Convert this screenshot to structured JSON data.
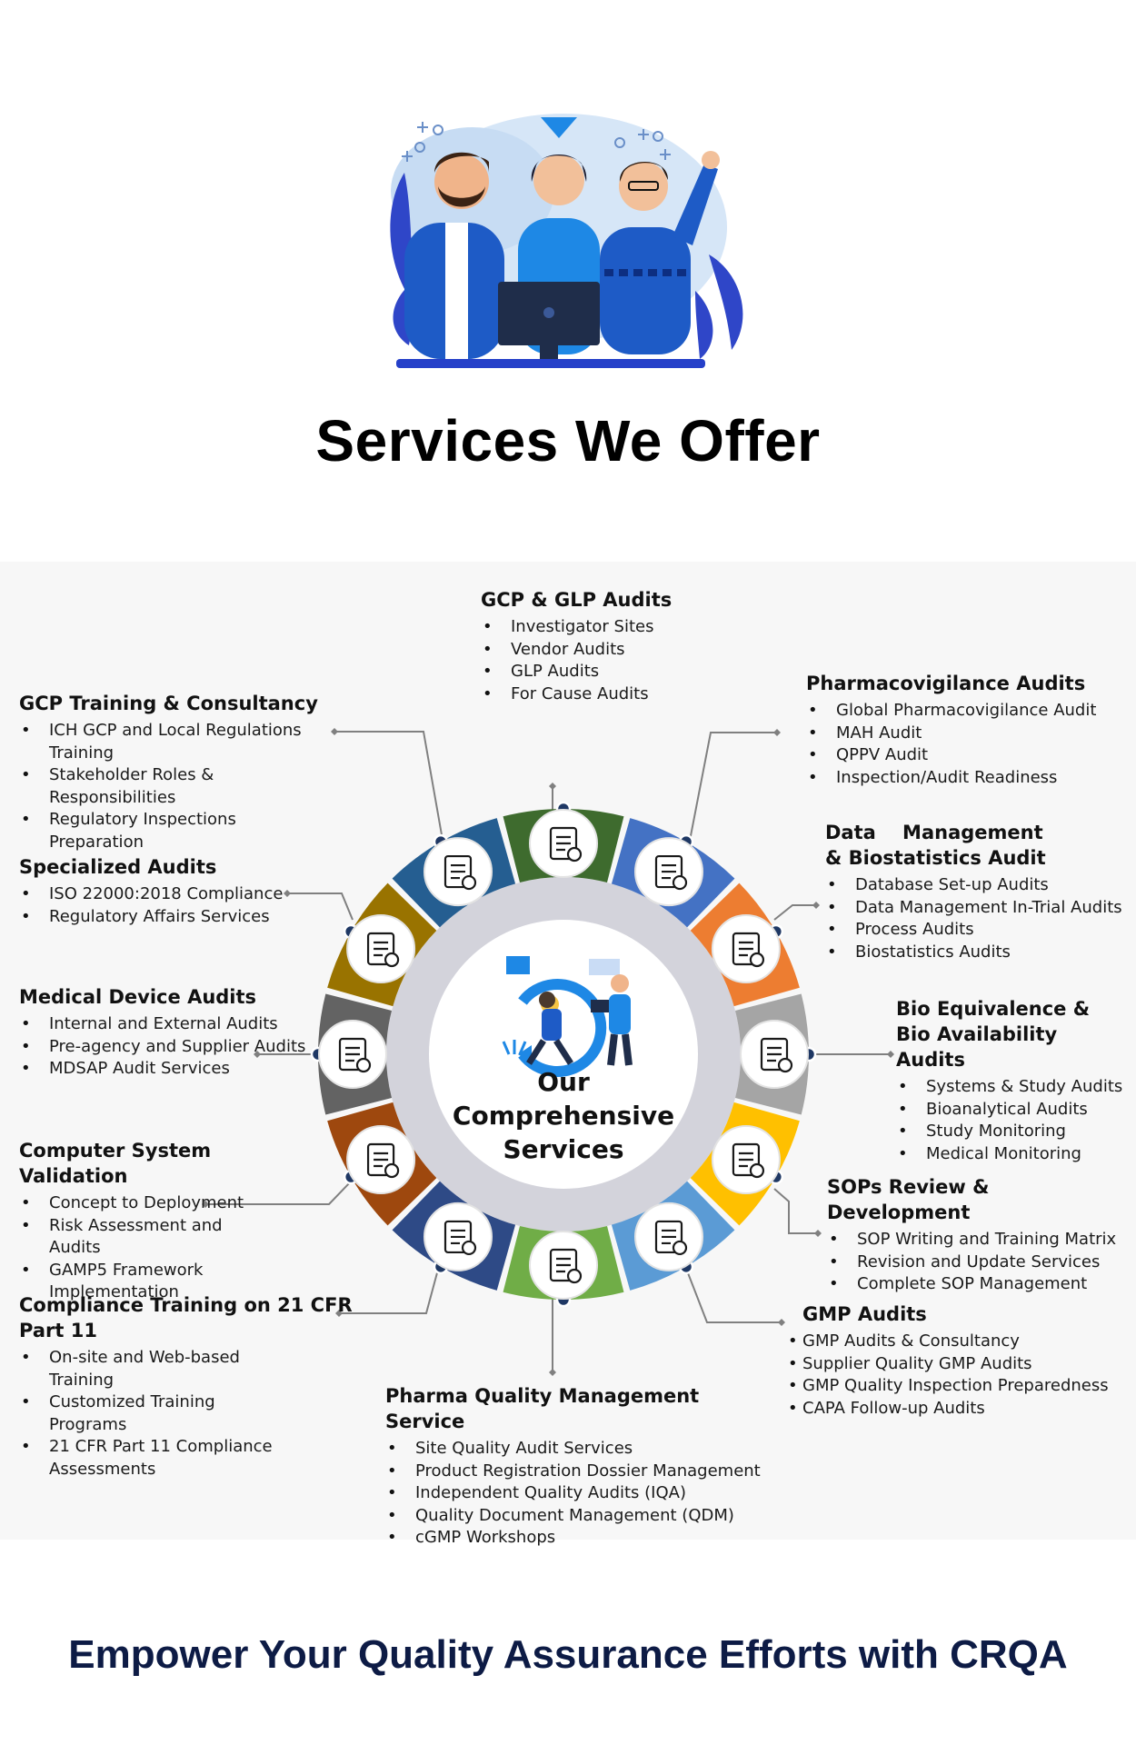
{
  "title": "Services We Offer",
  "center_label": [
    "Our",
    "Comprehensive",
    "Services"
  ],
  "tagline": "Empower Your Quality Assurance Efforts with CRQA",
  "colors": {
    "panel_bg": "#f7f7f7",
    "title": "#000000",
    "tagline": "#0d1b45",
    "connector": "#808080",
    "ring": "#d3d3db"
  },
  "segments": [
    {
      "color": "#3e6b2e",
      "icon": "clipboard-search-icon"
    },
    {
      "color": "#4472c4",
      "icon": "tablet-checklist-icon"
    },
    {
      "color": "#ed7d31",
      "icon": "calculator-chart-icon"
    },
    {
      "color": "#a5a5a5",
      "icon": "hand-book-icon"
    },
    {
      "color": "#ffc000",
      "icon": "monitor-checklist-icon"
    },
    {
      "color": "#5b9bd5",
      "icon": "gear-hand-icon"
    },
    {
      "color": "#70ad47",
      "icon": "award-ribbon-icon"
    },
    {
      "color": "#2e4a86",
      "icon": "shield-stamp-icon"
    },
    {
      "color": "#9e480e",
      "icon": "document-pen-icon"
    },
    {
      "color": "#636363",
      "icon": "medical-kit-icon"
    },
    {
      "color": "#997300",
      "icon": "document-magnifier-icon"
    },
    {
      "color": "#255e91",
      "icon": "doctor-presentation-icon"
    }
  ],
  "services": [
    {
      "id": "gcp-glp-audits",
      "title": "GCP & GLP Audits",
      "items": [
        "Investigator Sites",
        "Vendor Audits",
        "GLP Audits",
        "For Cause Audits"
      ]
    },
    {
      "id": "pharmacovigilance-audits",
      "title": "Pharmacovigilance Audits",
      "items": [
        "Global Pharmacovigilance Audit",
        "MAH Audit",
        "QPPV Audit",
        "Inspection/Audit Readiness"
      ]
    },
    {
      "id": "data-management",
      "title": "Data    Management & Biostatistics Audit",
      "items": [
        "Database Set-up Audits",
        "Data Management In-Trial Audits",
        "Process Audits",
        "Biostatistics Audits"
      ]
    },
    {
      "id": "bio-equivalence",
      "title": "Bio Equivalence & Bio Availability Audits",
      "items": [
        "Systems & Study Audits",
        "Bioanalytical Audits",
        "Study Monitoring",
        "Medical Monitoring"
      ]
    },
    {
      "id": "sops-review",
      "title": "SOPs Review & Development",
      "items": [
        "SOP Writing and Training Matrix",
        "Revision and Update Services",
        "Complete SOP Management"
      ]
    },
    {
      "id": "gmp-audits",
      "title": "GMP Audits",
      "items": [
        "GMP Audits & Consultancy",
        "Supplier Quality GMP Audits",
        "GMP Quality Inspection Preparedness",
        "CAPA Follow-up Audits"
      ]
    },
    {
      "id": "pharma-quality",
      "title": "Pharma Quality Management Service",
      "items": [
        "Site Quality Audit Services",
        "Product Registration Dossier Management",
        "Independent Quality Audits (IQA)",
        "Quality Document Management (QDM)",
        "cGMP Workshops"
      ]
    },
    {
      "id": "compliance-training",
      "title": "Compliance Training on 21 CFR Part 11",
      "items": [
        "On-site and Web-based Training",
        "Customized Training Programs",
        "21 CFR Part 11 Compliance Assessments"
      ]
    },
    {
      "id": "computer-system-validation",
      "title": "Computer System Validation",
      "items": [
        "Concept to Deployment",
        "Risk Assessment and Audits",
        "GAMP5 Framework Implementation"
      ]
    },
    {
      "id": "medical-device-audits",
      "title": "Medical Device Audits",
      "items": [
        "Internal and External Audits",
        "Pre-agency and Supplier Audits",
        "MDSAP Audit Services"
      ]
    },
    {
      "id": "specialized-audits",
      "title": "Specialized Audits",
      "items": [
        "ISO 22000:2018 Compliance",
        "Regulatory Affairs Services"
      ]
    },
    {
      "id": "gcp-training",
      "title": "GCP Training & Consultancy",
      "items": [
        "ICH GCP and Local Regulations Training",
        "Stakeholder Roles  & Responsibilities",
        "Regulatory Inspections Preparation"
      ]
    }
  ]
}
